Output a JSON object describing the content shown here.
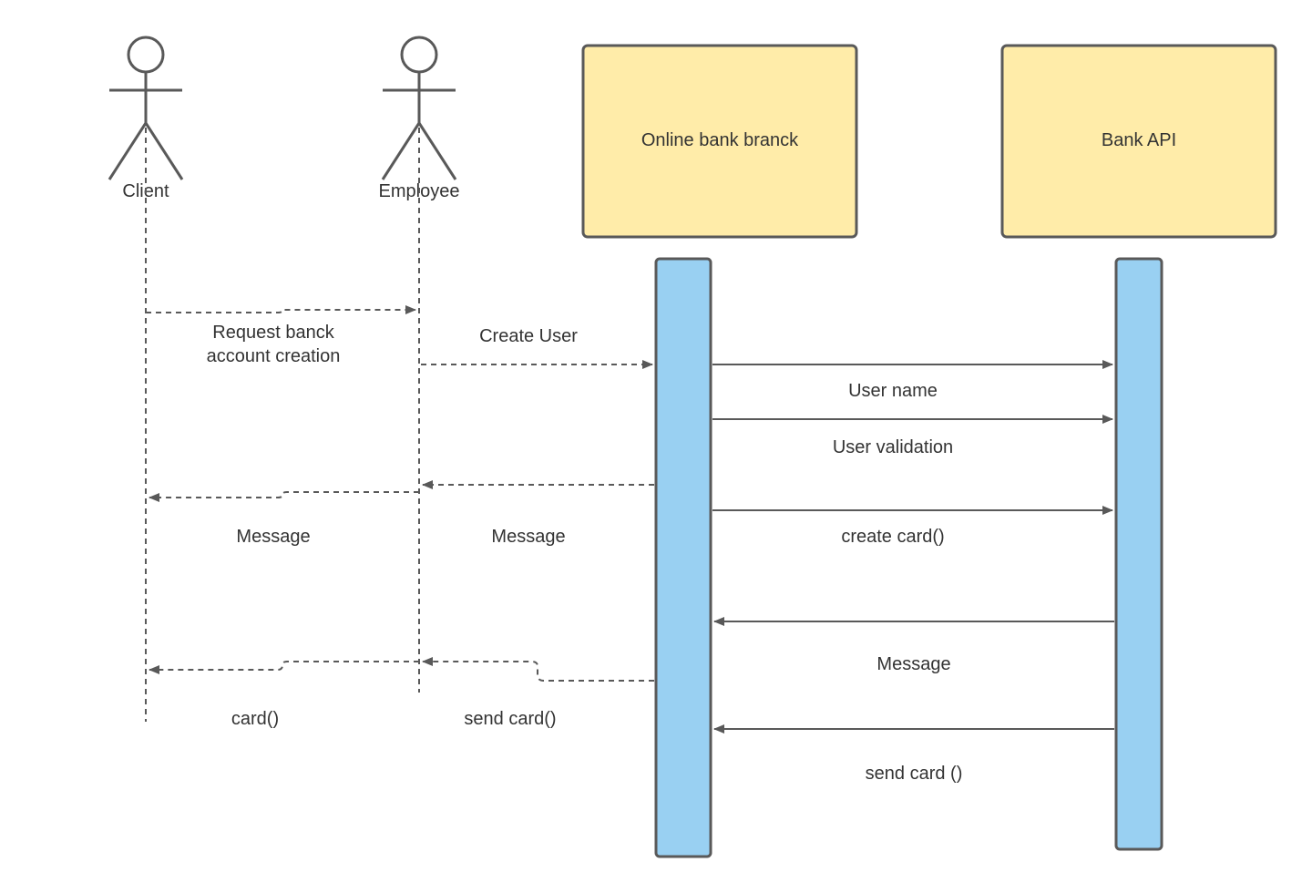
{
  "participants": {
    "client": "Client",
    "employee": "Employee",
    "online_branch": "Online bank branck",
    "bank_api": "Bank API"
  },
  "messages": {
    "request_line1": "Request banck",
    "request_line2": "account creation",
    "create_user": "Create User",
    "user_name": "User name",
    "user_validation": "User validation",
    "message_to_client": "Message",
    "message_to_employee": "Message",
    "create_card": "create card()",
    "message_from_api": "Message",
    "card_to_client": "card()",
    "send_card_to_employee": "send card()",
    "send_card_from_api": "send card ()"
  },
  "colors": {
    "line": "#595959",
    "box_fill": "#ffeca9",
    "box_stroke": "#595959",
    "activation_fill": "#99d0f2",
    "activation_stroke": "#595959",
    "text": "#333333"
  }
}
